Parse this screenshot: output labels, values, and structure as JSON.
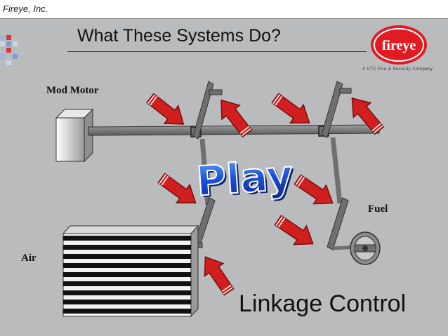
{
  "header": {
    "company": "Fireye, Inc."
  },
  "slide": {
    "title": "What These Systems Do?",
    "subtitle": "Linkage Control"
  },
  "logo": {
    "brand": "fireye",
    "tagline": "A UTC Fire & Security Company"
  },
  "labels": {
    "mod_motor": "Mod Motor",
    "air": "Air",
    "fuel": "Fuel"
  },
  "play_button": {
    "label": "Play"
  },
  "colors": {
    "background": "#b9bbbd",
    "arrow_red": "#d11f1f",
    "linkage": "#6e6f71",
    "logo_red": "#e01b22",
    "play_blue": "#1a4fd6"
  }
}
